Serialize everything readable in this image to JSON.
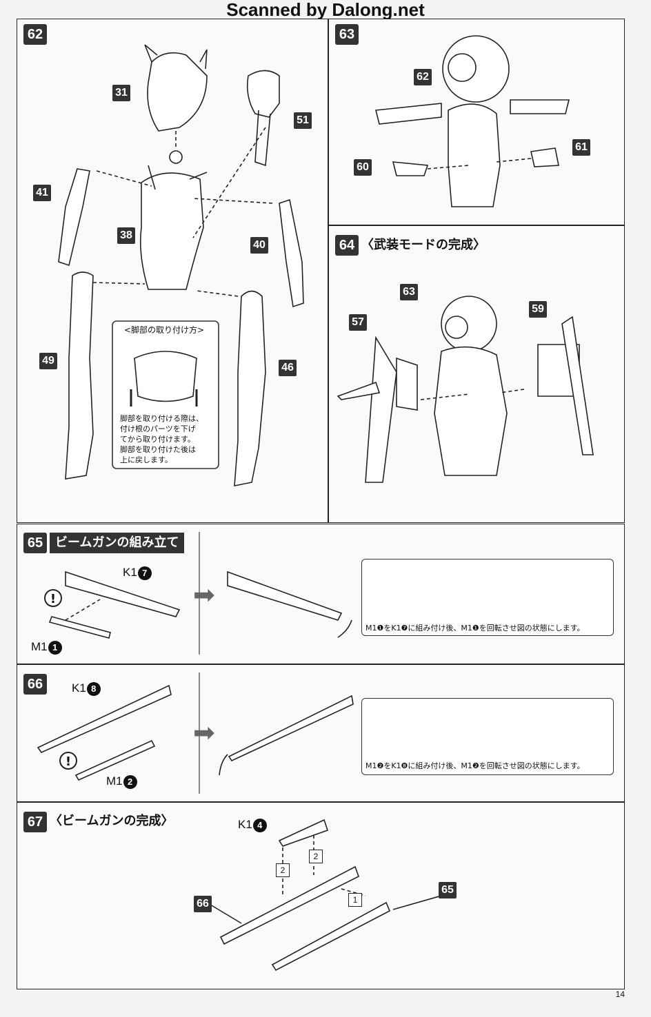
{
  "watermark": "Scanned by Dalong.net",
  "page_number": "14",
  "steps": {
    "s62": {
      "number": "62",
      "tags": {
        "t31": "31",
        "t51": "51",
        "t41": "41",
        "t38": "38",
        "t40": "40",
        "t49": "49",
        "t46": "46"
      },
      "leg_box": {
        "title": "<脚部の取り付け方>",
        "lines": [
          "脚部を取り付ける際は、",
          "付け根のパーツを下げ",
          "てから取り付けます。",
          "脚部を取り付けた後は",
          "上に戻します。"
        ]
      }
    },
    "s63": {
      "number": "63",
      "tags": {
        "t62": "62",
        "t61": "61",
        "t60": "60"
      }
    },
    "s64": {
      "number": "64",
      "title": "〈武装モードの完成〉",
      "tags": {
        "t63": "63",
        "t57": "57",
        "t59": "59"
      }
    },
    "s65": {
      "number": "65",
      "title": "ビームガンの組み立て",
      "k_part": "K1",
      "k_num": "7",
      "m_part": "M1",
      "m_num": "1",
      "note": "M1❶をK1❼に組み付け後、M1❶を回転させ図の状態にします。"
    },
    "s66": {
      "number": "66",
      "k_part": "K1",
      "k_num": "8",
      "m_part": "M1",
      "m_num": "2",
      "note": "M1❷をK1❽に組み付け後、M1❷を回転させ図の状態にします。"
    },
    "s67": {
      "number": "67",
      "title": "〈ビームガンの完成〉",
      "k_part": "K1",
      "k_num": "4",
      "tags": {
        "t66": "66",
        "t65": "65"
      },
      "order": {
        "o1": "1",
        "o2a": "2",
        "o2b": "2"
      }
    }
  },
  "icons": {
    "attention": "!"
  }
}
